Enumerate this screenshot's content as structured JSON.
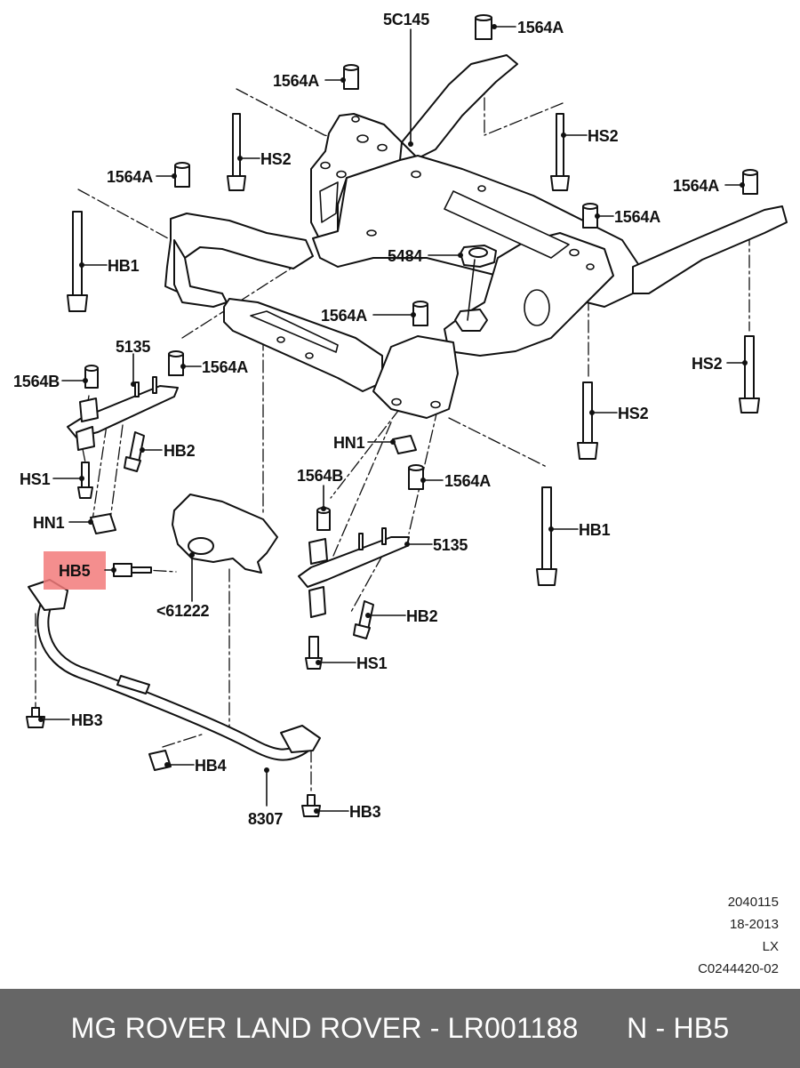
{
  "highlight_color": "#f27a7a",
  "footer": {
    "part_text": "MG ROVER LAND ROVER - LR001188",
    "callout_text": "N - HB5",
    "background": "#666666"
  },
  "diagram_info": {
    "line1": "2040115",
    "line2": "18-2013",
    "line3": "LX",
    "line4": "C0244420-02"
  },
  "callouts": [
    {
      "id": "5c145",
      "text": "5C145"
    },
    {
      "id": "1564a-top-right",
      "text": "1564A"
    },
    {
      "id": "1564a-top-center",
      "text": "1564A"
    },
    {
      "id": "hs2-upper-left",
      "text": "HS2"
    },
    {
      "id": "hs2-upper-right",
      "text": "HS2"
    },
    {
      "id": "1564a-upper-left",
      "text": "1564A"
    },
    {
      "id": "1564a-far-right",
      "text": "1564A"
    },
    {
      "id": "1564a-right-post",
      "text": "1564A"
    },
    {
      "id": "hb1-left",
      "text": "HB1"
    },
    {
      "id": "5484",
      "text": "5484"
    },
    {
      "id": "1564a-center",
      "text": "1564A"
    },
    {
      "id": "5135-left",
      "text": "5135"
    },
    {
      "id": "1564b-left",
      "text": "1564B"
    },
    {
      "id": "1564a-left-mount",
      "text": "1564A"
    },
    {
      "id": "hs2-far-right",
      "text": "HS2"
    },
    {
      "id": "hs2-right-lower",
      "text": "HS2"
    },
    {
      "id": "hb2-left",
      "text": "HB2"
    },
    {
      "id": "hn1-center",
      "text": "HN1"
    },
    {
      "id": "hs1-left",
      "text": "HS1"
    },
    {
      "id": "1564b-center",
      "text": "1564B"
    },
    {
      "id": "1564a-center-lower",
      "text": "1564A"
    },
    {
      "id": "hn1-left",
      "text": "HN1"
    },
    {
      "id": "hb1-right",
      "text": "HB1"
    },
    {
      "id": "5135-center",
      "text": "5135"
    },
    {
      "id": "hb5",
      "text": "HB5",
      "highlighted": true
    },
    {
      "id": "61222",
      "text": "<61222"
    },
    {
      "id": "hb2-center",
      "text": "HB2"
    },
    {
      "id": "hs1-center",
      "text": "HS1"
    },
    {
      "id": "hb3-left",
      "text": "HB3"
    },
    {
      "id": "hb4",
      "text": "HB4"
    },
    {
      "id": "hb3-right",
      "text": "HB3"
    },
    {
      "id": "8307",
      "text": "8307"
    }
  ]
}
